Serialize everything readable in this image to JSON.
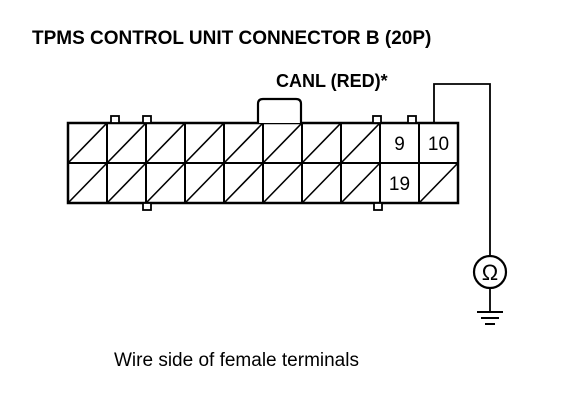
{
  "diagram": {
    "title": "TPMS CONTROL UNIT CONNECTOR B (20P)",
    "wire_label": "CANL (RED)*",
    "caption": "Wire side of female terminals",
    "meter_symbol": "Ω",
    "connector": {
      "rows": 2,
      "columns": 10,
      "labeled_terminals": [
        {
          "row": 1,
          "col": 9,
          "label": "9"
        },
        {
          "row": 1,
          "col": 10,
          "label": "10"
        },
        {
          "row": 2,
          "col": 9,
          "label": "19"
        }
      ]
    }
  }
}
